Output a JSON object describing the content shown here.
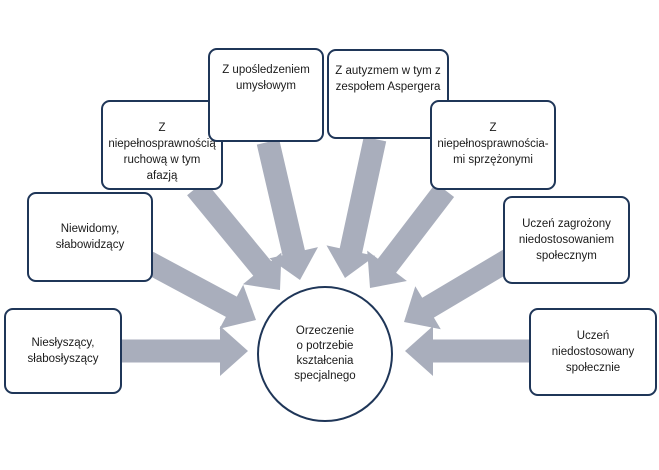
{
  "diagram": {
    "center": "Orzeczenie\no potrzebie\nkształcenia\nspecjalnego",
    "nodes": [
      {
        "id": "n1",
        "label": "Niesłyszący,\nsłabosłyszący"
      },
      {
        "id": "n2",
        "label": "Niewidomy,\nsłabowidzący"
      },
      {
        "id": "n3",
        "label": "Z niepełnosprawnością\nruchową w tym afazją"
      },
      {
        "id": "n4",
        "label": "Z upośledzeniem\numysłowym"
      },
      {
        "id": "n5",
        "label": "Z autyzmem w tym z\nzespołem Aspergera"
      },
      {
        "id": "n6",
        "label": "Z\nniepełnosprawnościa-\nmi sprzężonymi"
      },
      {
        "id": "n7",
        "label": "Uczeń zagrożony\nniedostosowaniem\nspołecznym"
      },
      {
        "id": "n8",
        "label": "Uczeń niedostosowany\nspołecznie"
      }
    ],
    "colors": {
      "border": "#1f3658",
      "arrow": "#a9aebc"
    }
  }
}
